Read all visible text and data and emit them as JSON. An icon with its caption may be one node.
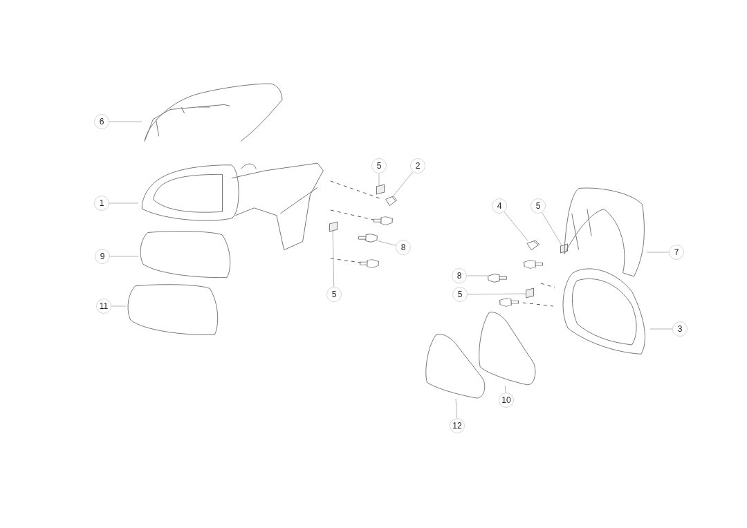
{
  "diagram": {
    "nodes": [
      {
        "text": [
          "6"
        ]
      },
      {
        "text": [
          "1"
        ]
      },
      {
        "text": [
          "9"
        ]
      },
      {
        "text": [
          "11"
        ]
      },
      {
        "text": [
          "5"
        ]
      },
      {
        "text": [
          "2"
        ]
      },
      {
        "text": [
          "8"
        ]
      },
      {
        "text": [
          "5"
        ]
      },
      {
        "text": [
          "4"
        ]
      },
      {
        "text": [
          "5"
        ]
      },
      {
        "text": [
          "7"
        ]
      },
      {
        "text": [
          "8"
        ]
      },
      {
        "text": [
          "5"
        ]
      },
      {
        "text": [
          "3"
        ]
      },
      {
        "text": [
          "10"
        ]
      },
      {
        "text": [
          "12"
        ]
      },
      {
        "text": [],
        "shape": "picture"
      },
      {
        "text": [],
        "shape": "picture"
      },
      {
        "text": [],
        "shape": "picture"
      },
      {
        "text": [],
        "shape": "picture"
      },
      {
        "text": [],
        "shape": "box"
      },
      {
        "text": [],
        "shape": "picture"
      },
      {
        "text": [],
        "shape": "picture"
      },
      {
        "text": [],
        "shape": "box"
      },
      {
        "text": [],
        "shape": "picture"
      },
      {
        "text": [],
        "shape": "box"
      },
      {
        "text": [],
        "shape": "picture"
      },
      {
        "text": [],
        "shape": "picture"
      },
      {
        "text": [],
        "shape": "box"
      },
      {
        "text": [],
        "shape": "picture"
      },
      {
        "text": [],
        "shape": "picture"
      },
      {
        "text": [],
        "shape": "picture"
      }
    ],
    "edges": [
      {
        "from": 0,
        "to": 16,
        "arrow": "none"
      },
      {
        "from": 1,
        "to": 17,
        "arrow": "none"
      },
      {
        "from": 2,
        "to": 18,
        "arrow": "none"
      },
      {
        "from": 3,
        "to": 19,
        "arrow": "none"
      },
      {
        "from": 4,
        "to": 20,
        "arrow": "none"
      },
      {
        "from": 5,
        "to": 21,
        "arrow": "none"
      },
      {
        "from": 6,
        "to": 22,
        "arrow": "none"
      },
      {
        "from": 7,
        "to": 23,
        "arrow": "none"
      },
      {
        "from": 8,
        "to": 24,
        "arrow": "none"
      },
      {
        "from": 9,
        "to": 25,
        "arrow": "none"
      },
      {
        "from": 10,
        "to": 26,
        "arrow": "none"
      },
      {
        "from": 11,
        "to": 27,
        "arrow": "none"
      },
      {
        "from": 12,
        "to": 28,
        "arrow": "none"
      },
      {
        "from": 13,
        "to": 29,
        "arrow": "none"
      },
      {
        "from": 14,
        "to": 30,
        "arrow": "none"
      },
      {
        "from": 15,
        "to": 31,
        "arrow": "none"
      }
    ]
  }
}
